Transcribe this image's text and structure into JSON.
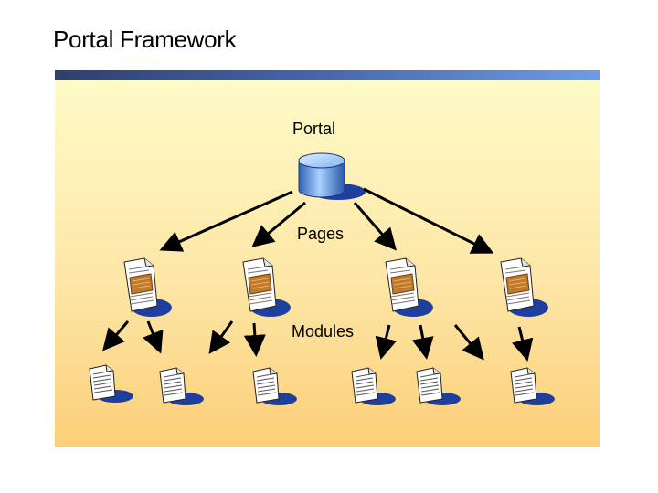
{
  "slide": {
    "title": "Portal Framework"
  },
  "diagram": {
    "root_label": "Portal",
    "pages_label": "Pages",
    "modules_label": "Modules",
    "root_icon": "database-cylinder-icon",
    "page_icon": "web-page-document-icon",
    "module_icon": "module-document-icon",
    "colors": {
      "panel_top": "#fefbc7",
      "panel_bottom": "#fbcf78",
      "bar_dark": "#2f3f6f",
      "bar_light": "#6f9be6",
      "cylinder": "#4f8fd8",
      "shadow": "#1f3f9f",
      "page_accent": "#c07a2c"
    }
  }
}
